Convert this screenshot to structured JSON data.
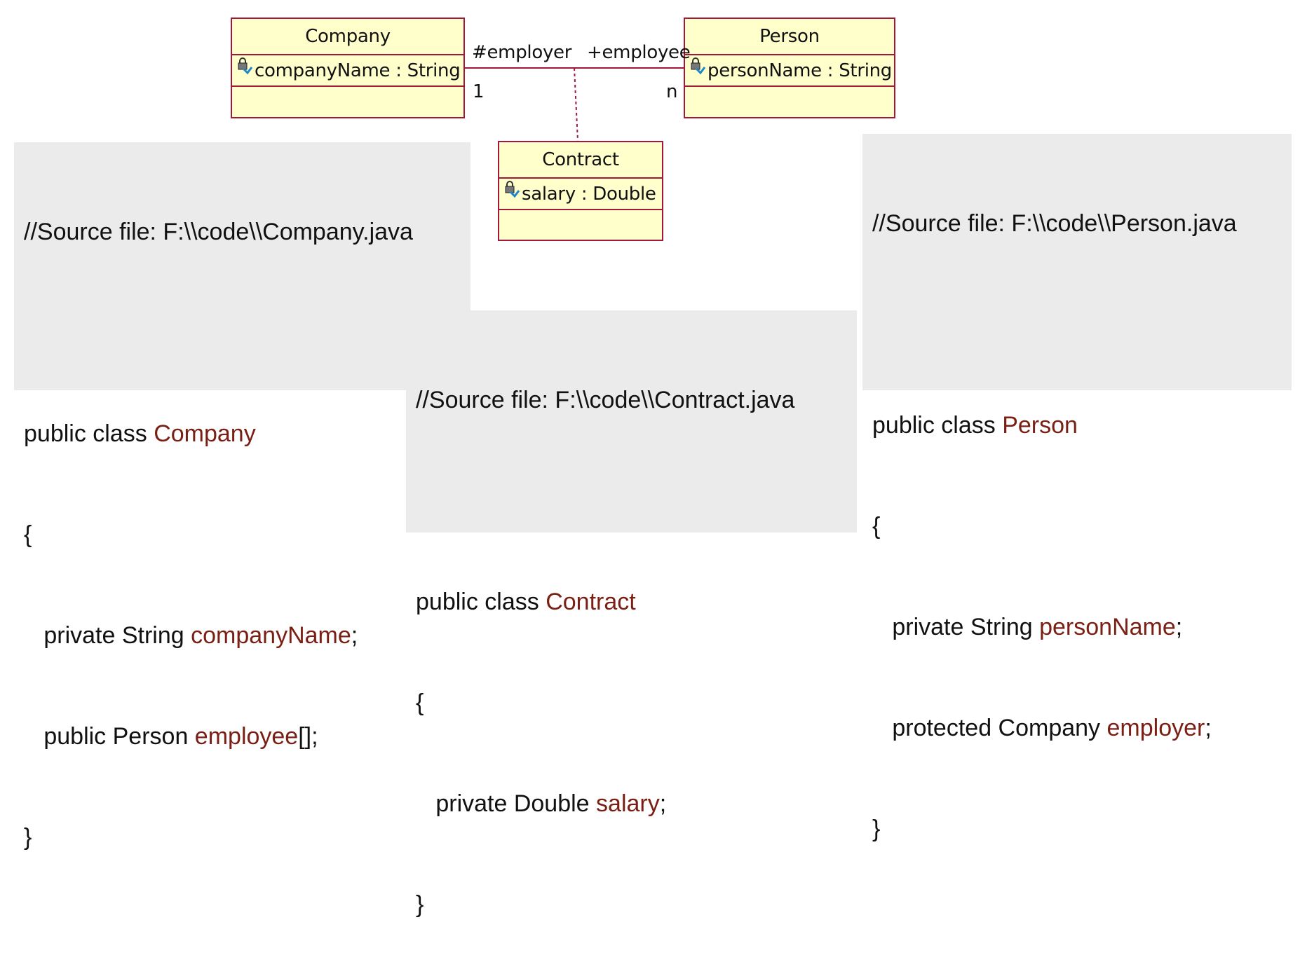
{
  "diagram": {
    "classes": {
      "company": {
        "name": "Company",
        "attribute": "companyName : String"
      },
      "person": {
        "name": "Person",
        "attribute": "personName : String"
      },
      "contract": {
        "name": "Contract",
        "attribute": "salary : Double"
      }
    },
    "association": {
      "role_company": "#employer",
      "role_person": "+employee",
      "mult_company": "1",
      "mult_person": "n"
    }
  },
  "code": {
    "company": {
      "header": "//Source file: F:\\\\code\\\\Company.java",
      "class_kw": "public class ",
      "class_name": "Company",
      "open_brace": "{",
      "line1_pre": "   private String ",
      "line1_name": "companyName",
      "line1_post": ";",
      "line2_pre": "   public Person ",
      "line2_name": "employee",
      "line2_post": "[];",
      "close_brace": "}"
    },
    "contract": {
      "header": "//Source file: F:\\\\code\\\\Contract.java",
      "class_kw": "public class ",
      "class_name": "Contract",
      "open_brace": "{",
      "line1_pre": "   private Double ",
      "line1_name": "salary",
      "line1_post": ";",
      "close_brace": "}"
    },
    "person": {
      "header": "//Source file: F:\\\\code\\\\Person.java",
      "class_kw": "public class ",
      "class_name": "Person",
      "open_brace": "{",
      "line1_pre": "   private String ",
      "line1_name": "personName",
      "line1_post": ";",
      "line2_pre": "   protected Company ",
      "line2_name": "employer",
      "line2_post": ";",
      "close_brace": "}"
    }
  },
  "colors": {
    "class_border": "#a3173a",
    "class_fill": "#ffffcc",
    "code_bg": "#ebebeb",
    "code_highlight": "#7a1f14"
  },
  "icons": {
    "attribute_visibility": "lock-key-icon"
  }
}
